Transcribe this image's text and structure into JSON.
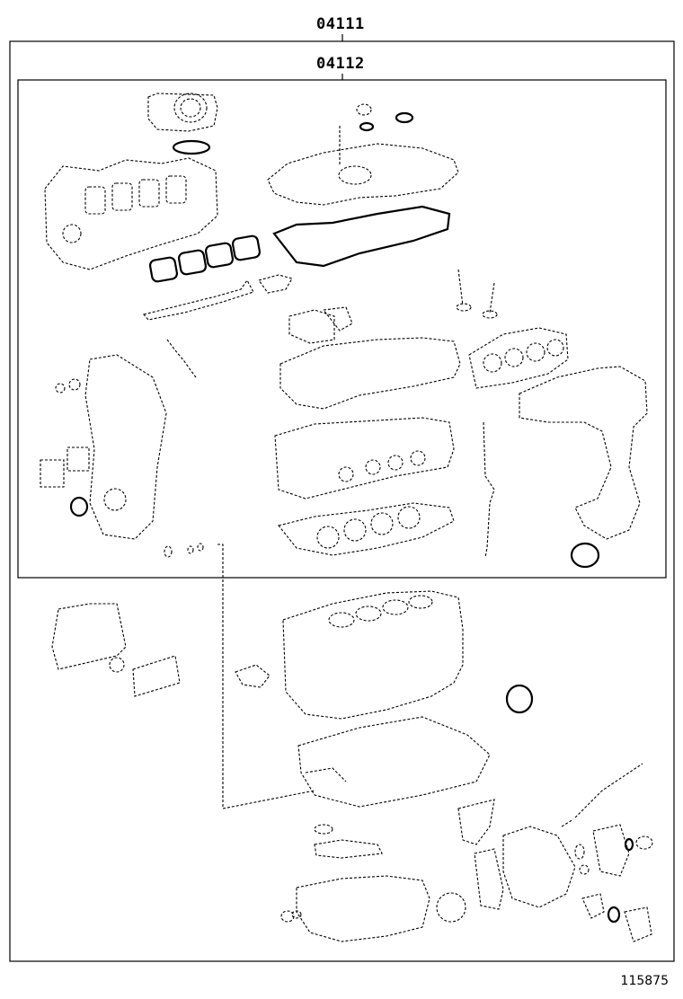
{
  "labels": {
    "outer_kit": "04111",
    "inner_kit": "04112"
  },
  "diagram_id": "115875"
}
